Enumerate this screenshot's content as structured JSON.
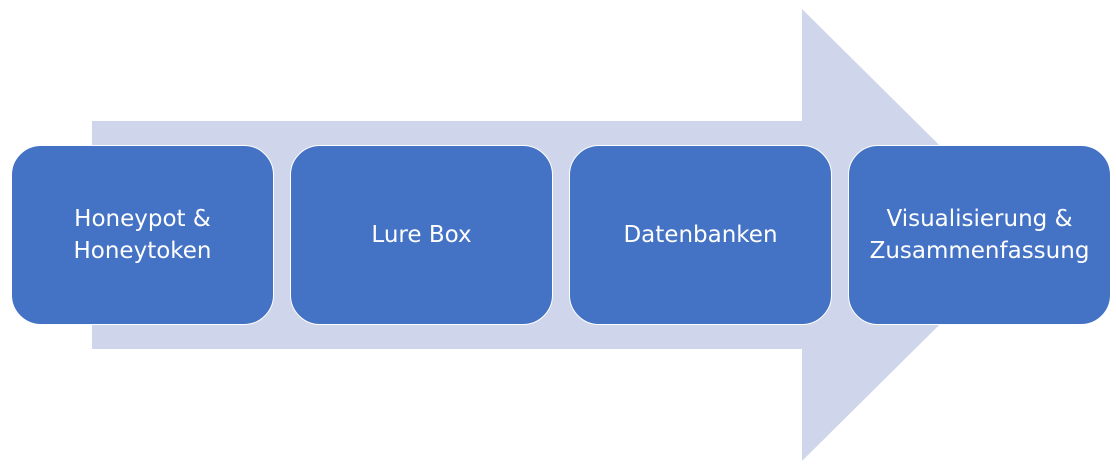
{
  "colors": {
    "arrow": "#cfd5ea",
    "box": "#4472c4",
    "box_border": "#ffffff",
    "text": "#ffffff"
  },
  "steps": [
    {
      "label": "Honeypot &\nHoneytoken"
    },
    {
      "label": "Lure Box"
    },
    {
      "label": "Datenbanken"
    },
    {
      "label": "Visualisierung &\nZusammenfassung"
    }
  ]
}
